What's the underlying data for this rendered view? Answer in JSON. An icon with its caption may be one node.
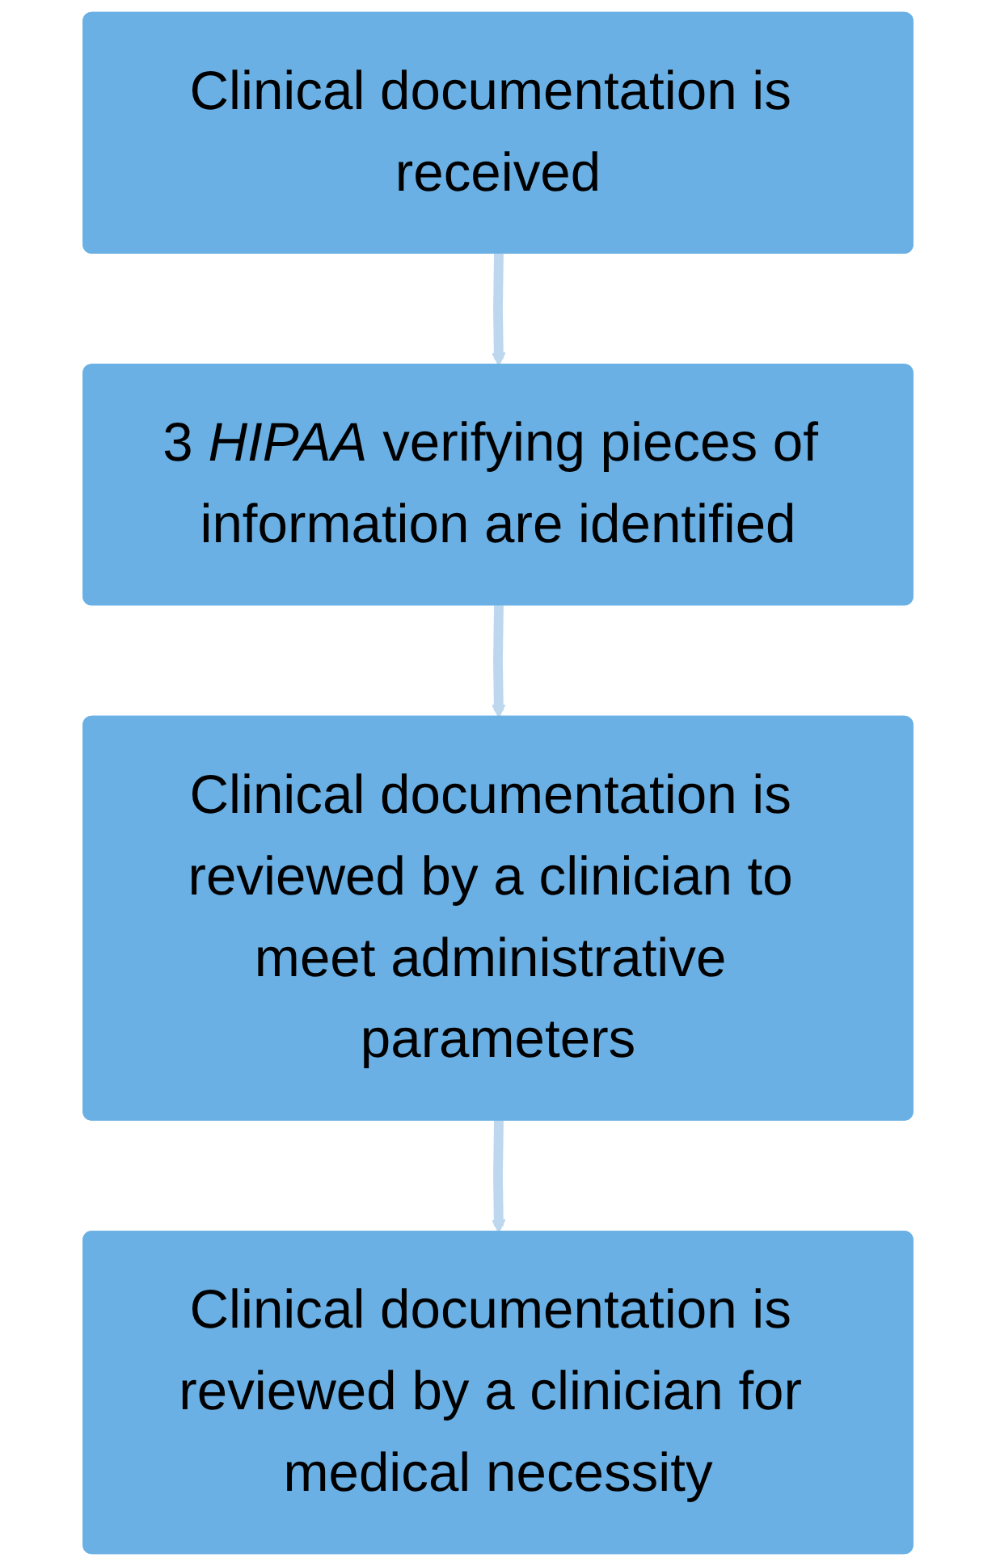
{
  "diagram": {
    "nodes": [
      {
        "text": [
          "Clinical documentation is received"
        ]
      },
      {
        "text": [
          "3 *HIPAA* verifying pieces of information are identified"
        ]
      },
      {
        "text": [
          "Clinical documentation is reviewed by a clinician to meet administrative parameters"
        ]
      },
      {
        "text": [
          "Clinical documentation is reviewed by a clinician for medical necessity"
        ]
      }
    ],
    "edges": [
      {
        "from": 0,
        "to": 1,
        "arrow": "to"
      },
      {
        "from": 1,
        "to": 2,
        "arrow": "to"
      },
      {
        "from": 2,
        "to": 3,
        "arrow": "to"
      }
    ]
  }
}
